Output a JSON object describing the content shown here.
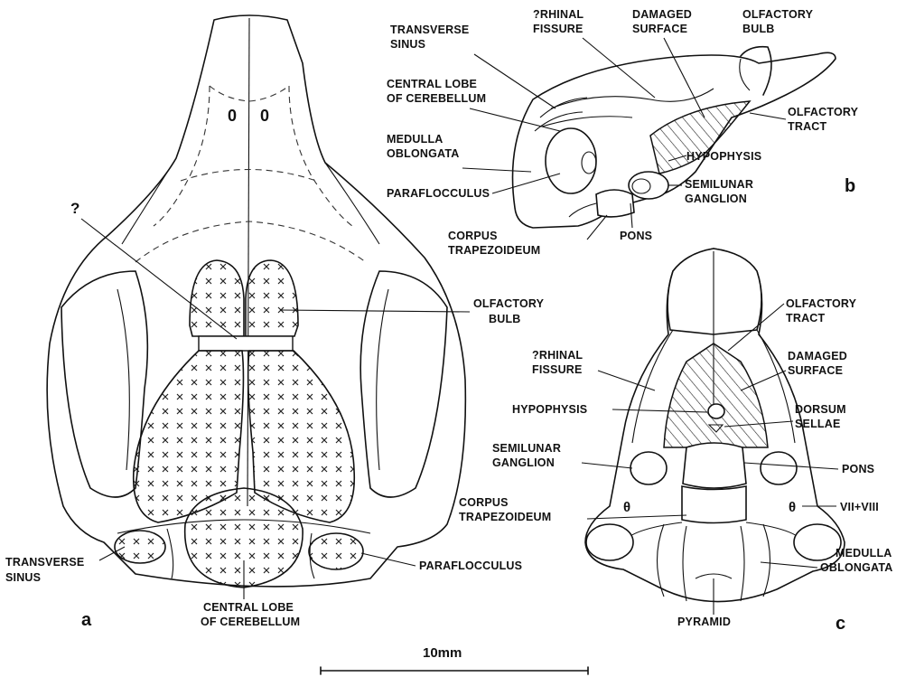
{
  "panels": {
    "a": "a",
    "b": "b",
    "c": "c"
  },
  "scale_bar": {
    "label": "10mm"
  },
  "labels_a": {
    "question": "?",
    "olfactory_bulb": [
      "OLFACTORY",
      "BULB"
    ],
    "transverse_sinus": [
      "TRANSVERSE",
      "SINUS"
    ],
    "paraflocculus": "PARAFLOCCULUS",
    "central_lobe": [
      "CENTRAL LOBE",
      "OF CEREBELLUM"
    ],
    "nostril_left": "0",
    "nostril_right": "0"
  },
  "labels_b": {
    "transverse_sinus": [
      "TRANSVERSE",
      "SINUS"
    ],
    "rhinal_fissure": [
      "?RHINAL",
      "FISSURE"
    ],
    "damaged_surface": [
      "DAMAGED",
      "SURFACE"
    ],
    "olfactory_bulb": [
      "OLFACTORY",
      "BULB"
    ],
    "central_lobe": [
      "CENTRAL LOBE",
      "OF CEREBELLUM"
    ],
    "olfactory_tract": [
      "OLFACTORY",
      "TRACT"
    ],
    "medulla_oblongata": [
      "MEDULLA",
      "OBLONGATA"
    ],
    "hypophysis": "HYPOPHYSIS",
    "paraflocculus": "PARAFLOCCULUS",
    "semilunar_ganglion": [
      "SEMILUNAR",
      "GANGLION"
    ],
    "corpus_trapezoideum": [
      "CORPUS",
      "TRAPEZOIDEUM"
    ],
    "pons": "PONS"
  },
  "labels_c": {
    "olfactory_tract": [
      "OLFACTORY",
      "TRACT"
    ],
    "rhinal_fissure": [
      "?RHINAL",
      "FISSURE"
    ],
    "damaged_surface": [
      "DAMAGED",
      "SURFACE"
    ],
    "hypophysis": "HYPOPHYSIS",
    "dorsum_sellae": [
      "DORSUM",
      "SELLAE"
    ],
    "semilunar_ganglion": [
      "SEMILUNAR",
      "GANGLION"
    ],
    "pons": "PONS",
    "corpus_trapezoideum": [
      "CORPUS",
      "TRAPEZOIDEUM"
    ],
    "nerve": "VII+VIII",
    "medulla_oblongata": [
      "MEDULLA",
      "OBLONGATA"
    ],
    "pyramid": "PYRAMID"
  }
}
